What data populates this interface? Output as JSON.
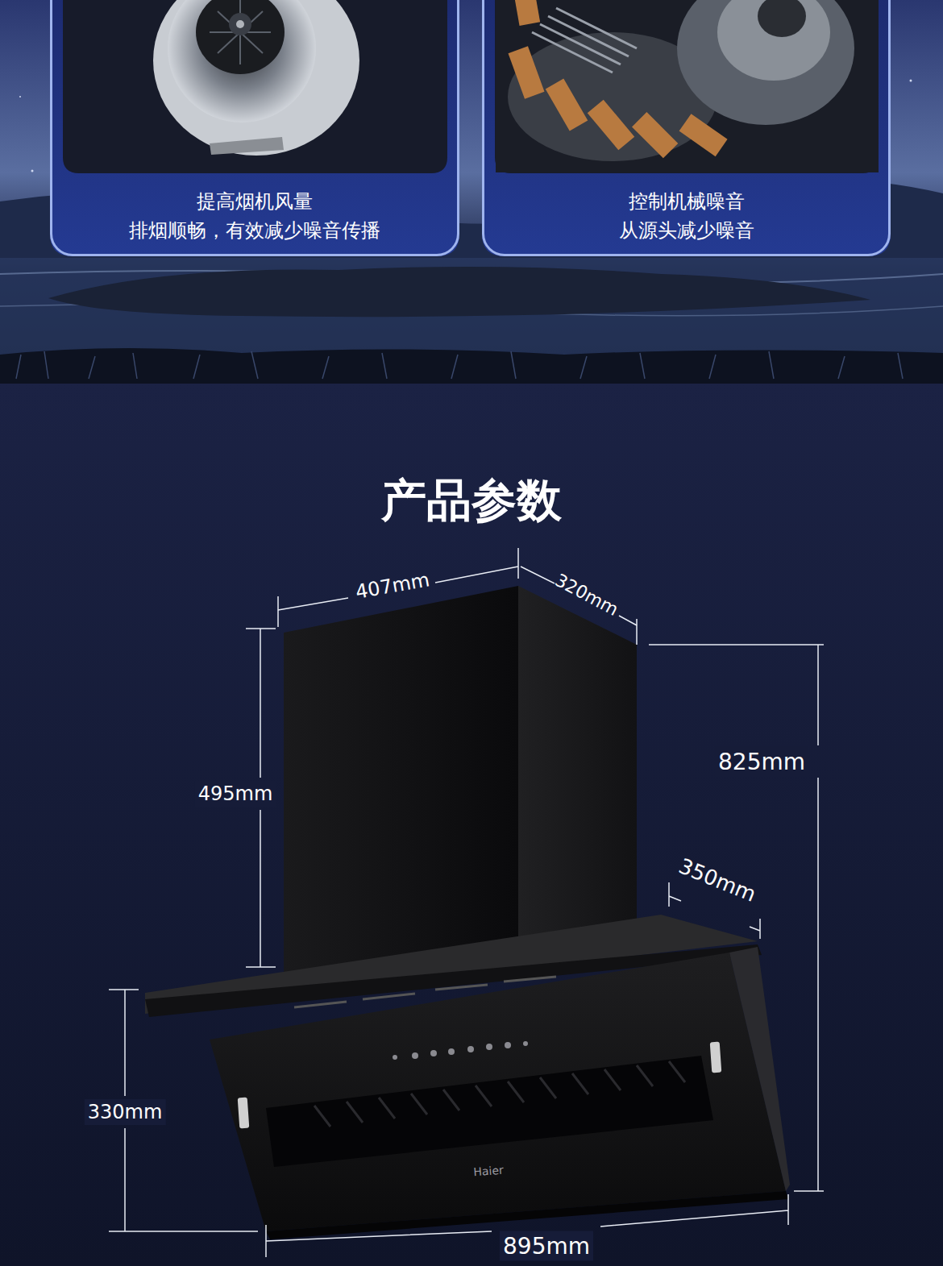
{
  "diagram": {
    "title": "产品参数",
    "nodes": [
      {
        "text": [
          "提高烟机风量",
          "排烟顺畅，有效减少噪音传播"
        ]
      },
      {
        "text": [
          "控制机械噪音",
          "从源头减少噪音"
        ]
      }
    ],
    "labels": [
      "407mm",
      "320mm",
      "495mm",
      "825mm",
      "350mm",
      "330mm",
      "895mm",
      "Haier"
    ]
  }
}
